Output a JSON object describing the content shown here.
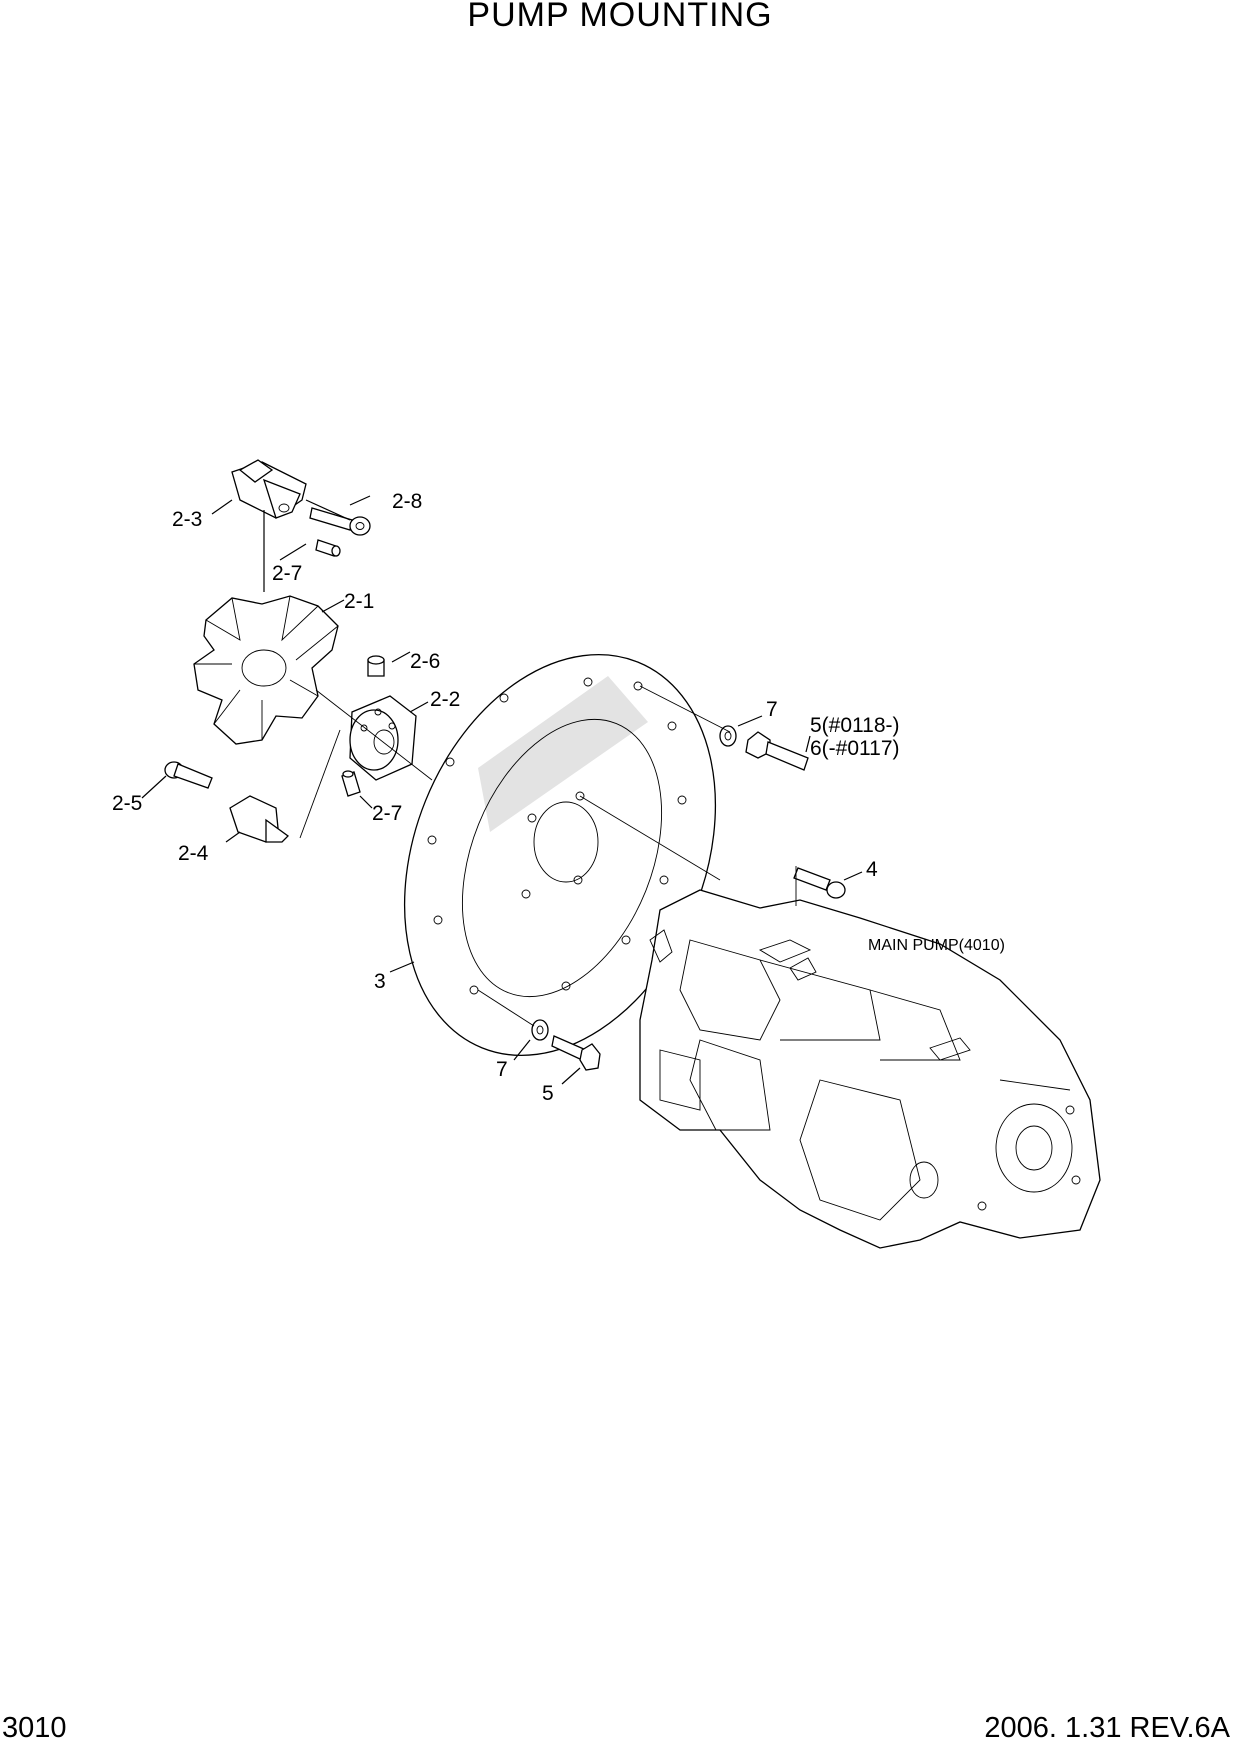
{
  "title": "PUMP MOUNTING",
  "footer": {
    "page_number": "3010",
    "revision": "2006. 1.31  REV.6A"
  },
  "callouts": {
    "c_2_3": "2-3",
    "c_2_8": "2-8",
    "c_2_7_top": "2-7",
    "c_2_1": "2-1",
    "c_2_6": "2-6",
    "c_2_2": "2-2",
    "c_2_5": "2-5",
    "c_2_7_mid": "2-7",
    "c_2_4": "2-4",
    "c_3": "3",
    "c_7_top": "7",
    "c_5_sn": "5(#0118-)",
    "c_6_sn": "6(-#0117)",
    "c_4": "4",
    "c_7_bot": "7",
    "c_5_bot": "5"
  },
  "main_pump_label": "MAIN PUMP(4010)"
}
